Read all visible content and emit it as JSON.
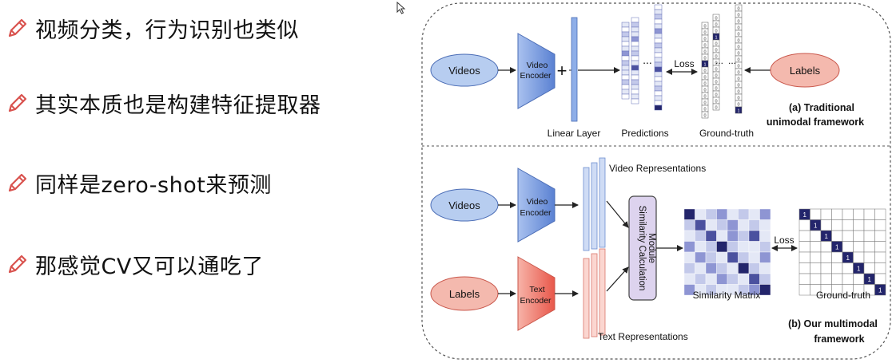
{
  "bullets": [
    {
      "text": "视频分类，行为识别也类似",
      "icon": "pencil-icon"
    },
    {
      "text": "其实本质也是构建特征提取器",
      "icon": "pencil-icon"
    },
    {
      "text": "同样是zero-shot来预测",
      "icon": "pencil-icon"
    },
    {
      "text": "那感觉CV又可以通吃了",
      "icon": "pencil-icon"
    }
  ],
  "diagram": {
    "top": {
      "videos": "Videos",
      "encoder_line1": "Video",
      "encoder_line2": "Encoder",
      "plus": "+",
      "linear_layer": "Linear Layer",
      "predictions": "Predictions",
      "dots": "...",
      "loss": "Loss",
      "ground_truth": "Ground-truth",
      "labels": "Labels",
      "caption_line1": "(a) Traditional",
      "caption_line2": "unimodal framework",
      "gt_values": [
        "0",
        "0",
        "0",
        "0",
        "0",
        "0",
        "1",
        "0",
        "0",
        "0",
        "0",
        "0",
        "0",
        "0",
        "0"
      ],
      "gt_values_2": [
        "0",
        "0",
        "0",
        "1",
        "0",
        "0",
        "0",
        "0",
        "0",
        "0",
        "0",
        "0",
        "0",
        "0",
        "0"
      ],
      "gt_values_3": [
        "0",
        "0",
        "0",
        "0",
        "0",
        "0",
        "0",
        "0",
        "0",
        "0",
        "0",
        "0",
        "0",
        "0",
        "0",
        "0",
        "1"
      ]
    },
    "bottom": {
      "videos": "Videos",
      "video_enc_line1": "Video",
      "video_enc_line2": "Encoder",
      "labels": "Labels",
      "text_enc_line1": "Text",
      "text_enc_line2": "Encoder",
      "video_repr": "Video Representations",
      "text_repr": "Text Representations",
      "sim_module_line1": "Similarity Calculation",
      "sim_module_line2": "Module",
      "sim_matrix": "Similarity Matrix",
      "loss": "Loss",
      "ground_truth": "Ground-truth",
      "gt_one": "1",
      "caption_line1": "(b) Our multimodal",
      "caption_line2": "framework"
    }
  },
  "colors": {
    "ellipse_blue": "#b7cdf0",
    "ellipse_red": "#f4b9ae",
    "encoder_blue": "#6f93d9",
    "encoder_red": "#ef6a5c",
    "navy": "#23256b",
    "pen_red": "#d9534f"
  }
}
